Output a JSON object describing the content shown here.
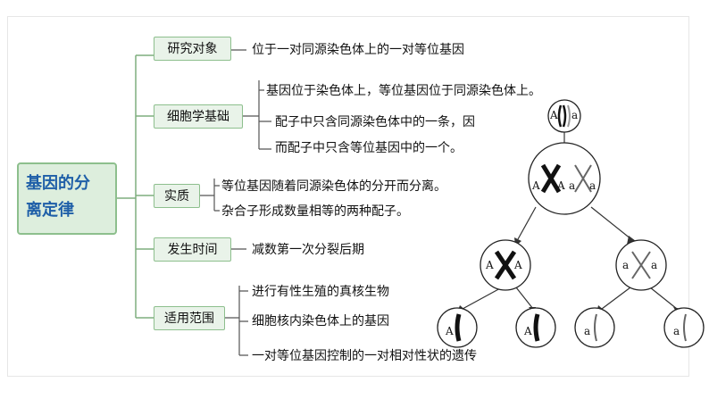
{
  "main_topic": {
    "line1": "基因的分",
    "line2": "离定律"
  },
  "branches": [
    {
      "label": "研究对象",
      "items": [
        "位于一对同源染色体上的一对等位基因"
      ]
    },
    {
      "label": "细胞学基础",
      "items": [
        "基因位于染色体上，等位基因位于同源染色体上。",
        "配子中只含同源染色体中的一条，因",
        "而配子中只含等位基因中的一个。"
      ]
    },
    {
      "label": "实质",
      "items": [
        "等位基因随着同源染色体的分开而分离。",
        "杂合子形成数量相等的两种配子。"
      ]
    },
    {
      "label": "发生时间",
      "items": [
        "减数第一次分裂后期"
      ]
    },
    {
      "label": "适用范围",
      "items": [
        "进行有性生殖的真核生物",
        "细胞核内染色体上的基因",
        "一对等位基因控制的一对相对性状的遗传"
      ]
    }
  ],
  "cell_diagram": {
    "top_cell_labels": [
      "A",
      "a"
    ],
    "meiosis1_labels": [
      "A",
      "A",
      "a",
      "a"
    ],
    "meiosis2_left_labels": [
      "A",
      "A"
    ],
    "meiosis2_right_labels": [
      "a",
      "a"
    ],
    "gamete_labels": [
      "A",
      "A",
      "a",
      "a"
    ]
  },
  "colors": {
    "title_text": "#1f5fa8",
    "box_fill": "#e9f3e9",
    "box_border": "#8dbf8d",
    "connector": "#7fae7f"
  }
}
